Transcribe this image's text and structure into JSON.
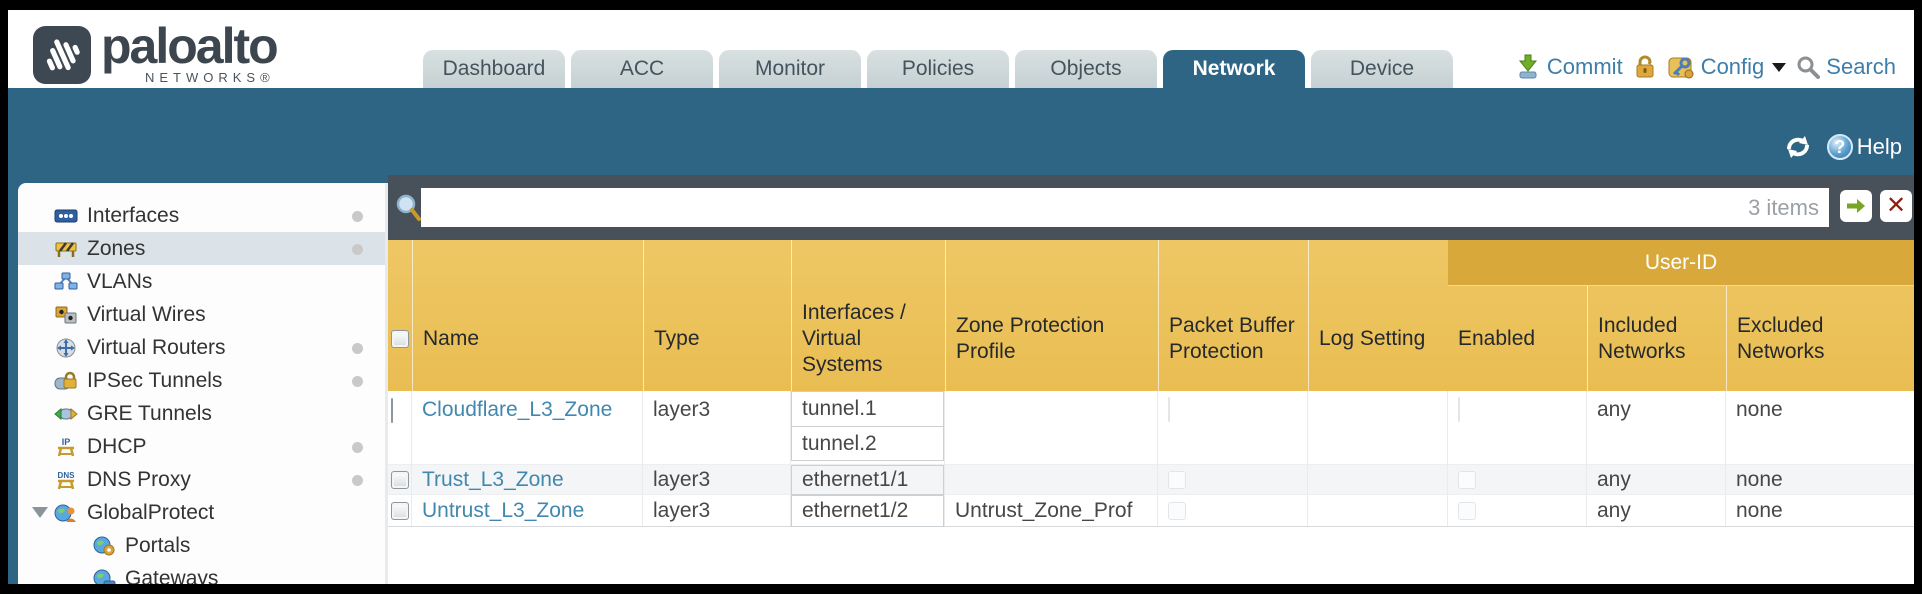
{
  "header": {
    "logo": {
      "brand": "paloalto",
      "sub": "NETWORKS®"
    },
    "tabs": [
      {
        "label": "Dashboard",
        "active": false
      },
      {
        "label": "ACC",
        "active": false
      },
      {
        "label": "Monitor",
        "active": false
      },
      {
        "label": "Policies",
        "active": false
      },
      {
        "label": "Objects",
        "active": false
      },
      {
        "label": "Network",
        "active": true
      },
      {
        "label": "Device",
        "active": false
      }
    ],
    "actions": {
      "commit": "Commit",
      "config": "Config",
      "search": "Search"
    }
  },
  "banner": {
    "help_label": "Help"
  },
  "sidebar": {
    "items": [
      {
        "label": "Interfaces",
        "icon": "interfaces-icon",
        "has_dot": true,
        "selected": false
      },
      {
        "label": "Zones",
        "icon": "zones-icon",
        "has_dot": true,
        "selected": true
      },
      {
        "label": "VLANs",
        "icon": "vlans-icon",
        "has_dot": false,
        "selected": false
      },
      {
        "label": "Virtual Wires",
        "icon": "virtual-wires-icon",
        "has_dot": false,
        "selected": false
      },
      {
        "label": "Virtual Routers",
        "icon": "virtual-routers-icon",
        "has_dot": true,
        "selected": false
      },
      {
        "label": "IPSec Tunnels",
        "icon": "ipsec-tunnels-icon",
        "has_dot": true,
        "selected": false
      },
      {
        "label": "GRE Tunnels",
        "icon": "gre-tunnels-icon",
        "has_dot": false,
        "selected": false
      },
      {
        "label": "DHCP",
        "icon": "dhcp-icon",
        "has_dot": true,
        "selected": false
      },
      {
        "label": "DNS Proxy",
        "icon": "dns-proxy-icon",
        "has_dot": true,
        "selected": false
      },
      {
        "label": "GlobalProtect",
        "icon": "globalprotect-icon",
        "has_dot": false,
        "selected": false,
        "expanded": true
      },
      {
        "label": "Portals",
        "icon": "portals-icon",
        "has_dot": false,
        "selected": false,
        "indent": true
      },
      {
        "label": "Gateways",
        "icon": "gateways-icon",
        "has_dot": false,
        "selected": false,
        "indent": true
      }
    ]
  },
  "toolbar": {
    "filter_value": "",
    "items_count": "3 items"
  },
  "table": {
    "group_header": "User-ID",
    "columns": {
      "name": "Name",
      "type": "Type",
      "interfaces": "Interfaces / Virtual Systems",
      "zone_protection_profile": "Zone Protection Profile",
      "packet_buffer_protection": "Packet Buffer Protection",
      "log_setting": "Log Setting",
      "enabled": "Enabled",
      "included_networks": "Included Networks",
      "excluded_networks": "Excluded Networks"
    },
    "rows": [
      {
        "name": "Cloudflare_L3_Zone",
        "type": "layer3",
        "interfaces": [
          "tunnel.1",
          "tunnel.2"
        ],
        "zone_protection_profile": "",
        "log_setting": "",
        "packet_buffer_protection_checked": false,
        "enabled_checked": false,
        "included_networks": "any",
        "excluded_networks": "none"
      },
      {
        "name": "Trust_L3_Zone",
        "type": "layer3",
        "interfaces": [
          "ethernet1/1"
        ],
        "zone_protection_profile": "",
        "log_setting": "",
        "packet_buffer_protection_checked": false,
        "enabled_checked": false,
        "included_networks": "any",
        "excluded_networks": "none"
      },
      {
        "name": "Untrust_L3_Zone",
        "type": "layer3",
        "interfaces": [
          "ethernet1/2"
        ],
        "zone_protection_profile": "Untrust_Zone_Prof",
        "log_setting": "",
        "packet_buffer_protection_checked": false,
        "enabled_checked": false,
        "included_networks": "any",
        "excluded_networks": "none"
      }
    ]
  },
  "colors": {
    "teal_band": "#2e6584",
    "slate_toolbar": "#48505a",
    "header_gold": "#ecc35e",
    "user_id_gold": "#d8a83b",
    "link_blue": "#4288ae",
    "selected_row": "#dbe3e8",
    "commit_link_blue": "#3d7eaa"
  }
}
